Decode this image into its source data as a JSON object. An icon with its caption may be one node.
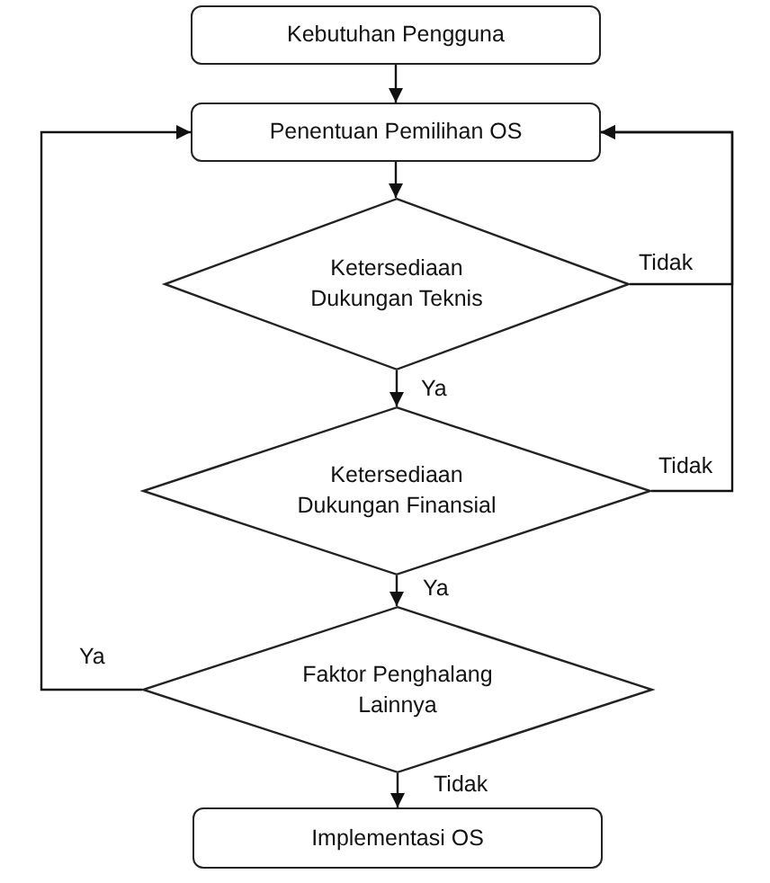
{
  "diagram": {
    "nodes": [
      {
        "text": [
          "Kebutuhan Pengguna"
        ]
      },
      {
        "text": [
          "Penentuan Pemilihan OS"
        ]
      },
      {
        "text": [
          "Ketersediaan Dukungan Teknis"
        ]
      },
      {
        "text": [
          "Ketersediaan Dukungan Finansial"
        ]
      },
      {
        "text": [
          "Faktor Penghalang Lainnya"
        ]
      },
      {
        "text": [
          "Implementasi OS"
        ]
      }
    ],
    "edges": [
      {
        "from": 0,
        "to": 1,
        "arrow": "to"
      },
      {
        "from": 1,
        "to": 2,
        "arrow": "to"
      },
      {
        "from": 2,
        "to": 3,
        "arrow": "to",
        "label": "Ya"
      },
      {
        "from": 3,
        "to": 4,
        "arrow": "to",
        "label": "Ya"
      },
      {
        "from": 4,
        "to": 5,
        "arrow": "to",
        "label": "Tidak"
      },
      {
        "from": 2,
        "to": 1,
        "arrow": "to",
        "label": "Tidak"
      },
      {
        "from": 3,
        "to": 1,
        "arrow": "to",
        "label": "Tidak"
      },
      {
        "from": 4,
        "to": 1,
        "arrow": "to",
        "label": "Ya"
      }
    ]
  }
}
